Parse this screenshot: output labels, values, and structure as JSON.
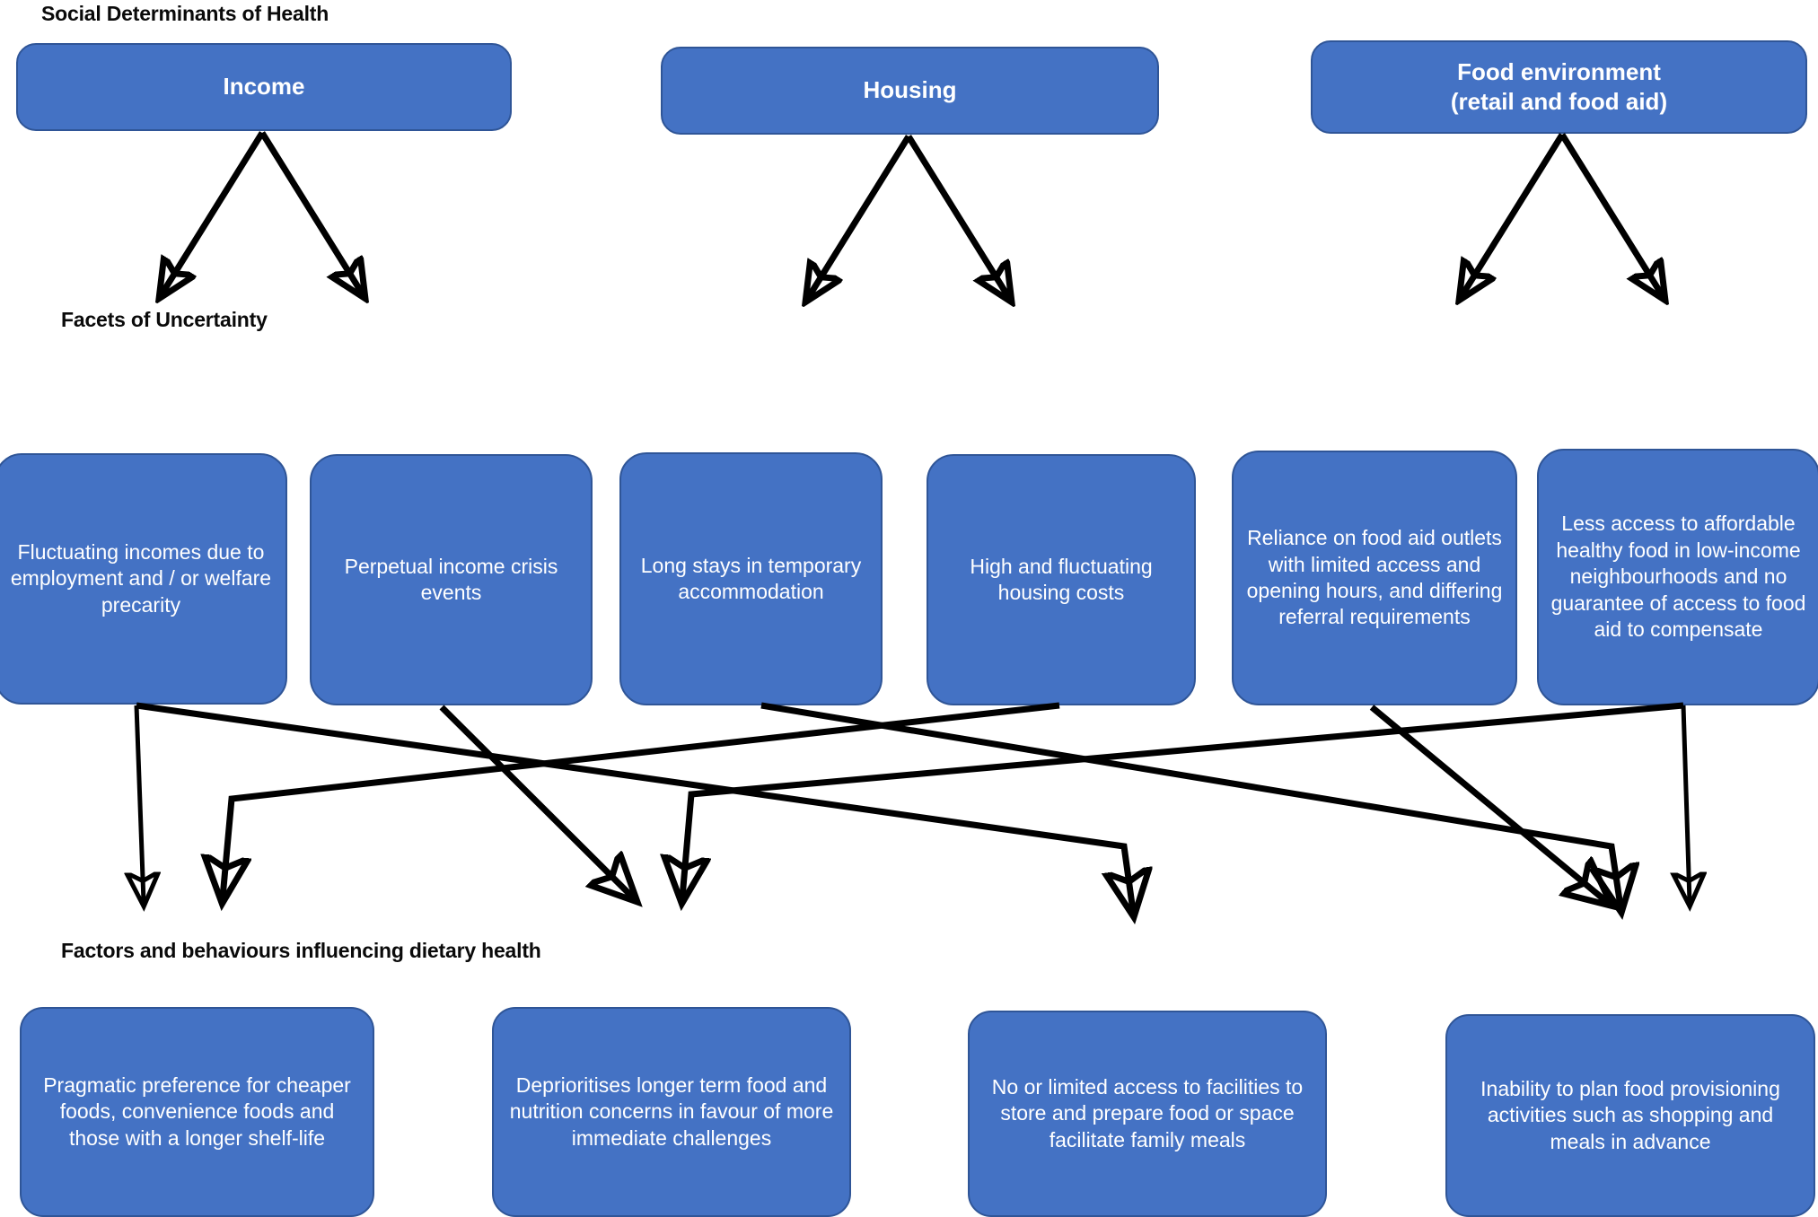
{
  "diagram": {
    "title_hidden": "",
    "accent_color": "#4472C4",
    "border_color": "#2F5597",
    "arrow_color": "#000000",
    "sections": {
      "social_determinants_label": "Social Determinants of Health",
      "facets_label": "Facets of Uncertainty",
      "outcomes_label": "Factors and behaviours influencing dietary health"
    },
    "social_determinants": [
      {
        "id": "income",
        "label": "Income"
      },
      {
        "id": "housing",
        "label": "Housing"
      },
      {
        "id": "food-environment",
        "label": "Food environment\n(retail and food aid)"
      }
    ],
    "facets": [
      {
        "id": "fluctuating-incomes",
        "label": "Fluctuating incomes due to employment and / or welfare precarity"
      },
      {
        "id": "perpetual-income-crisis",
        "label": "Perpetual income crisis events"
      },
      {
        "id": "long-stays-temporary",
        "label": "Long stays in temporary accommodation"
      },
      {
        "id": "high-fluctuating-housing-costs",
        "label": "High and fluctuating housing costs"
      },
      {
        "id": "reliance-food-aid",
        "label": "Reliance on food aid outlets with limited access and opening hours, and  differing referral requirements"
      },
      {
        "id": "less-access-affordable",
        "label": "Less access to affordable healthy food in low-income neighbourhoods and no guarantee of access to food aid to compensate"
      }
    ],
    "outcomes": [
      {
        "id": "pragmatic-preference",
        "label": "Pragmatic preference for cheaper foods, convenience foods and those with a longer shelf-life"
      },
      {
        "id": "deprioritises-longer-term",
        "label": "Deprioritises longer term food and nutrition concerns in favour of more immediate challenges"
      },
      {
        "id": "no-limited-access-facilities",
        "label": "No or limited access to facilities to store and prepare food or space facilitate family meals"
      },
      {
        "id": "inability-to-plan",
        "label": "Inability to plan food provisioning activities such as shopping and meals in advance"
      }
    ]
  }
}
